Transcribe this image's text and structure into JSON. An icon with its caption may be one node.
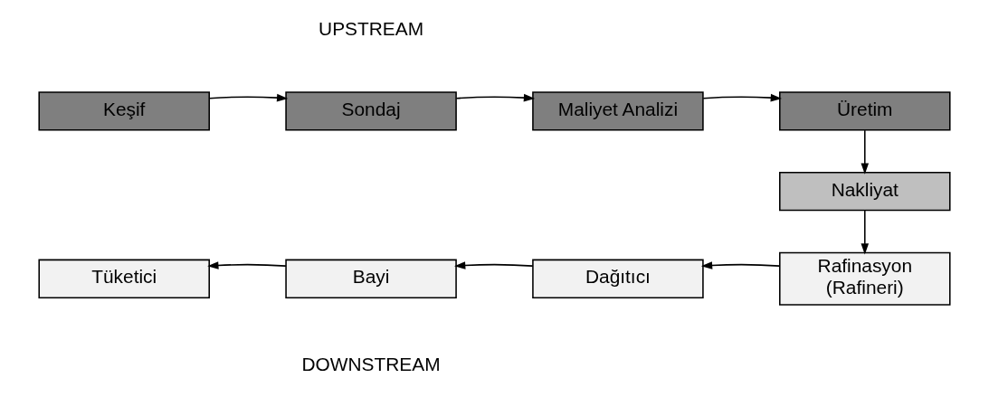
{
  "diagram": {
    "nodes": [
      {
        "text": [
          "Keşif"
        ]
      },
      {
        "text": [
          "Sondaj"
        ]
      },
      {
        "text": [
          "Maliyet Analizi"
        ]
      },
      {
        "text": [
          "Üretim"
        ]
      },
      {
        "text": [
          "Nakliyat"
        ]
      },
      {
        "text": [
          "Rafinasyon (Rafineri)"
        ]
      },
      {
        "text": [
          "Dağıtıcı"
        ]
      },
      {
        "text": [
          "Bayi"
        ]
      },
      {
        "text": [
          "Tüketici"
        ]
      }
    ],
    "edges": [
      {
        "from": 0,
        "to": 1,
        "arrow": "to"
      },
      {
        "from": 1,
        "to": 2,
        "arrow": "to"
      },
      {
        "from": 2,
        "to": 3,
        "arrow": "to"
      },
      {
        "from": 3,
        "to": 4,
        "arrow": "to"
      },
      {
        "from": 4,
        "to": 5,
        "arrow": "to"
      },
      {
        "from": 5,
        "to": 6,
        "arrow": "to"
      },
      {
        "from": 6,
        "to": 7,
        "arrow": "to"
      },
      {
        "from": 7,
        "to": 8,
        "arrow": "to"
      }
    ],
    "labels": [
      "UPSTREAM",
      "DOWNSTREAM"
    ]
  }
}
